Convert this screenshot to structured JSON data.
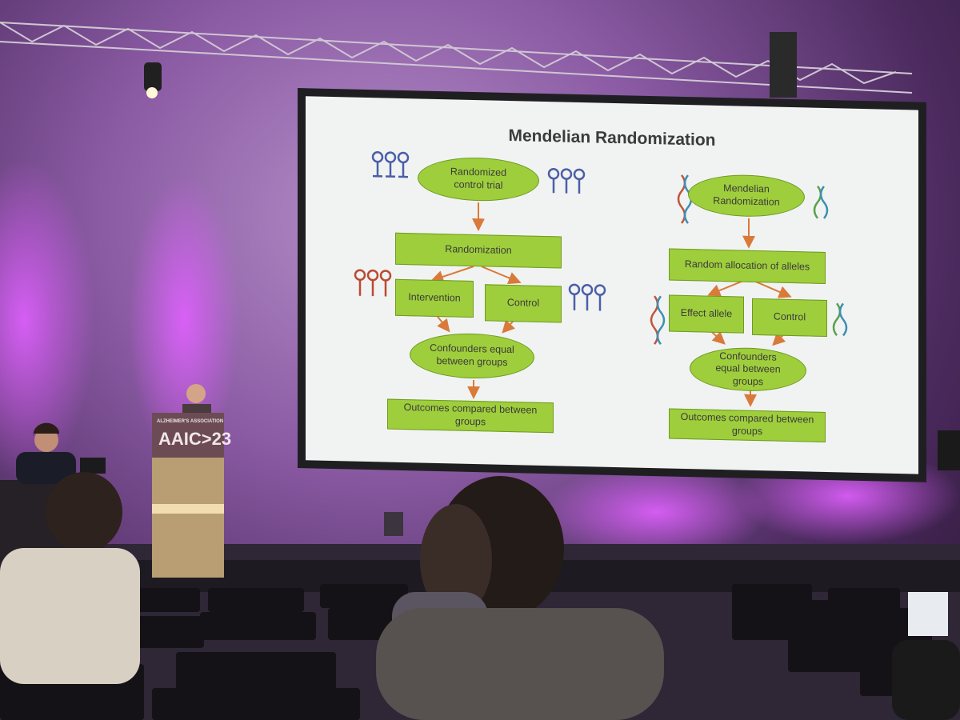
{
  "slide": {
    "title": "Mendelian Randomization",
    "left": {
      "top_oval": "Randomized control trial",
      "randomization": "Randomization",
      "intervention": "Intervention",
      "control": "Control",
      "confounders": "Confounders equal between groups",
      "outcomes": "Outcomes compared between groups"
    },
    "right": {
      "top_oval": "Mendelian Randomization",
      "allocation": "Random allocation of alleles",
      "effect": "Effect allele",
      "control": "Control",
      "confounders": "Confounders equal between groups",
      "outcomes": "Outcomes compared between groups"
    }
  },
  "podium": {
    "org": "ALZHEIMER'S ASSOCIATION",
    "logo": "AAIC>23"
  },
  "colors": {
    "box_green": "#9fce3c",
    "arrow": "#d97a3a",
    "people_blue": "#4b5ea8",
    "people_red": "#b94a32"
  }
}
